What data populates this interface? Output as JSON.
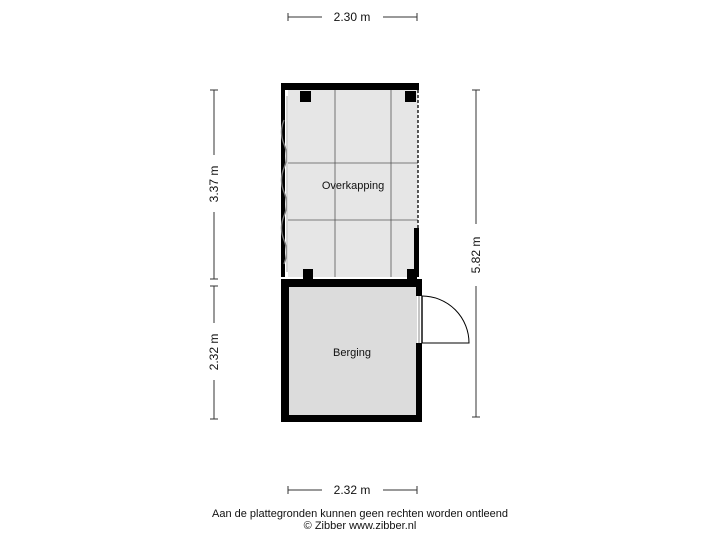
{
  "dimensions": {
    "top_width": "2.30 m",
    "bottom_width": "2.32 m",
    "left_upper_height": "3.37 m",
    "left_lower_height": "2.32 m",
    "right_total_height": "5.82 m"
  },
  "rooms": {
    "overkapping": "Overkapping",
    "berging": "Berging"
  },
  "footer": {
    "disclaimer": "Aan de plattegronden kunnen geen rechten worden ontleend",
    "copyright": "© Zibber www.zibber.nl"
  },
  "colors": {
    "wall": "#000000",
    "floor_overkapping": "#e6e6e6",
    "floor_berging": "#dcdcdc",
    "dimension_line": "#333333"
  }
}
